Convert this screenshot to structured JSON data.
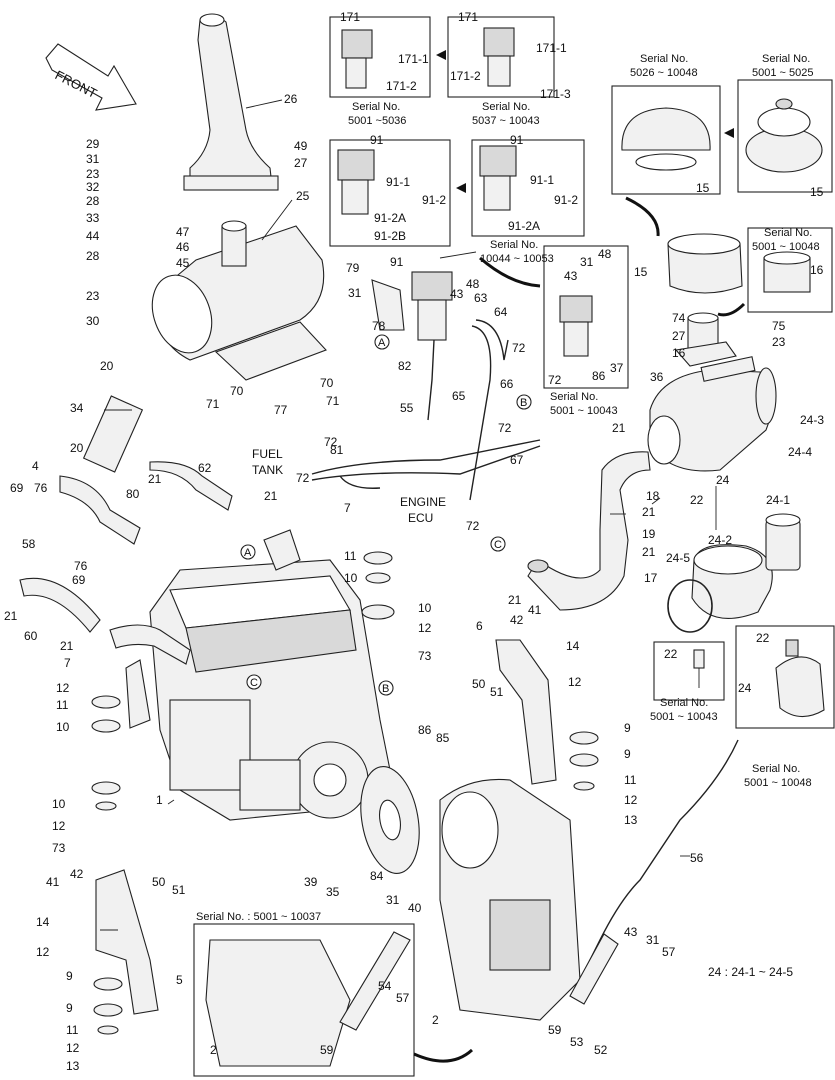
{
  "diagram": {
    "front_label": "FRONT",
    "fuel_tank": "FUEL\nTANK",
    "engine_ecu": "ENGINE\nECU",
    "note_24": "24 : 24-1 ~ 24-5",
    "serial_boxes": {
      "fuel_filter_a": {
        "label": "Serial No.",
        "range": "5001 ~5036"
      },
      "fuel_filter_b": {
        "label": "Serial No.",
        "range": "5037 ~ 10043"
      },
      "fuel_filter_c": {
        "label": "Serial No.",
        "range": "10044 ~ 10053"
      },
      "fuel_filter_d": {
        "label": "Serial No.",
        "range": "5001 ~ 10043"
      },
      "precleaner_a": {
        "label": "Serial No.",
        "range": "5026 ~ 10048"
      },
      "precleaner_b": {
        "label": "Serial No.",
        "range": "5001 ~ 5025"
      },
      "cap_16": {
        "label": "Serial No.",
        "range": "5001 ~ 10048"
      },
      "sensor_22a": {
        "label": "Serial No.",
        "range": "5001 ~ 10043"
      },
      "sensor_22b": {
        "label": "Serial No.",
        "range": "5001 ~ 10048"
      },
      "transmission": {
        "label": "Serial No. : 5001 ~ 10037"
      }
    },
    "markers": [
      "A",
      "B",
      "C"
    ],
    "callouts": [
      {
        "id": "c171a",
        "text": "171"
      },
      {
        "id": "c171b",
        "text": "171"
      },
      {
        "id": "c171_1a",
        "text": "171-1"
      },
      {
        "id": "c171_2a",
        "text": "171-2"
      },
      {
        "id": "c171_1b",
        "text": "171-1"
      },
      {
        "id": "c171_2b",
        "text": "171-2"
      },
      {
        "id": "c171_3b",
        "text": "171-3"
      },
      {
        "id": "c91a",
        "text": "91"
      },
      {
        "id": "c91_1a",
        "text": "91-1"
      },
      {
        "id": "c91_2a",
        "text": "91-2"
      },
      {
        "id": "c91_2Aa",
        "text": "91-2A"
      },
      {
        "id": "c91_2Ba",
        "text": "91-2B"
      },
      {
        "id": "c91b",
        "text": "91"
      },
      {
        "id": "c91_1b",
        "text": "91-1"
      },
      {
        "id": "c91_2b",
        "text": "91-2"
      },
      {
        "id": "c91_2Ab",
        "text": "91-2A"
      },
      {
        "id": "c26",
        "text": "26"
      },
      {
        "id": "c25",
        "text": "25"
      },
      {
        "id": "c29",
        "text": "29"
      },
      {
        "id": "c31a",
        "text": "31"
      },
      {
        "id": "c23a",
        "text": "23"
      },
      {
        "id": "c32",
        "text": "32"
      },
      {
        "id": "c28a",
        "text": "28"
      },
      {
        "id": "c33",
        "text": "33"
      },
      {
        "id": "c44",
        "text": "44"
      },
      {
        "id": "c28b",
        "text": "28"
      },
      {
        "id": "c47",
        "text": "47"
      },
      {
        "id": "c46",
        "text": "46"
      },
      {
        "id": "c45",
        "text": "45"
      },
      {
        "id": "c49",
        "text": "49"
      },
      {
        "id": "c27a",
        "text": "27"
      },
      {
        "id": "c23b",
        "text": "23"
      },
      {
        "id": "c30",
        "text": "30"
      },
      {
        "id": "c20a",
        "text": "20"
      },
      {
        "id": "c34",
        "text": "34"
      },
      {
        "id": "c20b",
        "text": "20"
      },
      {
        "id": "c71a",
        "text": "71"
      },
      {
        "id": "c70a",
        "text": "70"
      },
      {
        "id": "c77",
        "text": "77"
      },
      {
        "id": "c70b",
        "text": "70"
      },
      {
        "id": "c71b",
        "text": "71"
      },
      {
        "id": "c79",
        "text": "79"
      },
      {
        "id": "c91c",
        "text": "91"
      },
      {
        "id": "c31b",
        "text": "31"
      },
      {
        "id": "c78",
        "text": "78"
      },
      {
        "id": "c82",
        "text": "82"
      },
      {
        "id": "c43a",
        "text": "43"
      },
      {
        "id": "c48a",
        "text": "48"
      },
      {
        "id": "c63",
        "text": "63"
      },
      {
        "id": "c64",
        "text": "64"
      },
      {
        "id": "c72a",
        "text": "72"
      },
      {
        "id": "c55",
        "text": "55"
      },
      {
        "id": "c65",
        "text": "65"
      },
      {
        "id": "c66",
        "text": "66"
      },
      {
        "id": "c48b",
        "text": "48"
      },
      {
        "id": "c43b",
        "text": "43"
      },
      {
        "id": "c31c",
        "text": "31"
      },
      {
        "id": "c72b",
        "text": "72"
      },
      {
        "id": "c86a",
        "text": "86"
      },
      {
        "id": "c37",
        "text": "37"
      },
      {
        "id": "c15a",
        "text": "15"
      },
      {
        "id": "c15b",
        "text": "15"
      },
      {
        "id": "c15c",
        "text": "15"
      },
      {
        "id": "c16a",
        "text": "16"
      },
      {
        "id": "c74",
        "text": "74"
      },
      {
        "id": "c27b",
        "text": "27"
      },
      {
        "id": "c16b",
        "text": "16"
      },
      {
        "id": "c75",
        "text": "75"
      },
      {
        "id": "c23c",
        "text": "23"
      },
      {
        "id": "c36",
        "text": "36"
      },
      {
        "id": "c24_3",
        "text": "24-3"
      },
      {
        "id": "c24_4",
        "text": "24-4"
      },
      {
        "id": "c21a",
        "text": "21"
      },
      {
        "id": "c72c",
        "text": "72"
      },
      {
        "id": "c67",
        "text": "67"
      },
      {
        "id": "c72d",
        "text": "72"
      },
      {
        "id": "c81",
        "text": "81"
      },
      {
        "id": "c72e",
        "text": "72"
      },
      {
        "id": "c72f",
        "text": "72"
      },
      {
        "id": "c18",
        "text": "18"
      },
      {
        "id": "c22a",
        "text": "22"
      },
      {
        "id": "c24",
        "text": "24"
      },
      {
        "id": "c24_1",
        "text": "24-1"
      },
      {
        "id": "c21b",
        "text": "21"
      },
      {
        "id": "c19",
        "text": "19"
      },
      {
        "id": "c21c",
        "text": "21"
      },
      {
        "id": "c24_2",
        "text": "24-2"
      },
      {
        "id": "c24_5",
        "text": "24-5"
      },
      {
        "id": "c17",
        "text": "17"
      },
      {
        "id": "c21d",
        "text": "21"
      },
      {
        "id": "c4",
        "text": "4"
      },
      {
        "id": "c69a",
        "text": "69"
      },
      {
        "id": "c76a",
        "text": "76"
      },
      {
        "id": "c58",
        "text": "58"
      },
      {
        "id": "c76b",
        "text": "76"
      },
      {
        "id": "c69b",
        "text": "69"
      },
      {
        "id": "c80",
        "text": "80"
      },
      {
        "id": "c21e",
        "text": "21"
      },
      {
        "id": "c62",
        "text": "62"
      },
      {
        "id": "c21f",
        "text": "21"
      },
      {
        "id": "c21g",
        "text": "21"
      },
      {
        "id": "c21h",
        "text": "21"
      },
      {
        "id": "c60",
        "text": "60"
      },
      {
        "id": "c7a",
        "text": "7"
      },
      {
        "id": "c11a",
        "text": "11"
      },
      {
        "id": "c10a",
        "text": "10"
      },
      {
        "id": "c10b",
        "text": "10"
      },
      {
        "id": "c12a",
        "text": "12"
      },
      {
        "id": "c73a",
        "text": "73"
      },
      {
        "id": "c7b",
        "text": "7"
      },
      {
        "id": "c12b",
        "text": "12"
      },
      {
        "id": "c11b",
        "text": "11"
      },
      {
        "id": "c10c",
        "text": "10"
      },
      {
        "id": "c10d",
        "text": "10"
      },
      {
        "id": "c12c",
        "text": "12"
      },
      {
        "id": "c73b",
        "text": "73"
      },
      {
        "id": "c1",
        "text": "1"
      },
      {
        "id": "c6",
        "text": "6"
      },
      {
        "id": "c42a",
        "text": "42"
      },
      {
        "id": "c41a",
        "text": "41"
      },
      {
        "id": "c14a",
        "text": "14"
      },
      {
        "id": "c50a",
        "text": "50"
      },
      {
        "id": "c51a",
        "text": "51"
      },
      {
        "id": "c12d",
        "text": "12"
      },
      {
        "id": "c9a",
        "text": "9"
      },
      {
        "id": "c9b",
        "text": "9"
      },
      {
        "id": "c11c",
        "text": "11"
      },
      {
        "id": "c12e",
        "text": "12"
      },
      {
        "id": "c13a",
        "text": "13"
      },
      {
        "id": "c22b",
        "text": "22"
      },
      {
        "id": "c24b",
        "text": "24"
      },
      {
        "id": "c22c",
        "text": "22"
      },
      {
        "id": "c86b",
        "text": "86"
      },
      {
        "id": "c85",
        "text": "85"
      },
      {
        "id": "c39",
        "text": "39"
      },
      {
        "id": "c35",
        "text": "35"
      },
      {
        "id": "c84",
        "text": "84"
      },
      {
        "id": "c31d",
        "text": "31"
      },
      {
        "id": "c40",
        "text": "40"
      },
      {
        "id": "c56",
        "text": "56"
      },
      {
        "id": "c41b",
        "text": "41"
      },
      {
        "id": "c42b",
        "text": "42"
      },
      {
        "id": "c50b",
        "text": "50"
      },
      {
        "id": "c51b",
        "text": "51"
      },
      {
        "id": "c14b",
        "text": "14"
      },
      {
        "id": "c12f",
        "text": "12"
      },
      {
        "id": "c9c",
        "text": "9"
      },
      {
        "id": "c5",
        "text": "5"
      },
      {
        "id": "c9d",
        "text": "9"
      },
      {
        "id": "c11d",
        "text": "11"
      },
      {
        "id": "c12g",
        "text": "12"
      },
      {
        "id": "c13b",
        "text": "13"
      },
      {
        "id": "c2a",
        "text": "2"
      },
      {
        "id": "c54",
        "text": "54"
      },
      {
        "id": "c57a",
        "text": "57"
      },
      {
        "id": "c59a",
        "text": "59"
      },
      {
        "id": "c2b",
        "text": "2"
      },
      {
        "id": "c43c",
        "text": "43"
      },
      {
        "id": "c31e",
        "text": "31"
      },
      {
        "id": "c57b",
        "text": "57"
      },
      {
        "id": "c59b",
        "text": "59"
      },
      {
        "id": "c53",
        "text": "53"
      },
      {
        "id": "c52",
        "text": "52"
      }
    ]
  }
}
